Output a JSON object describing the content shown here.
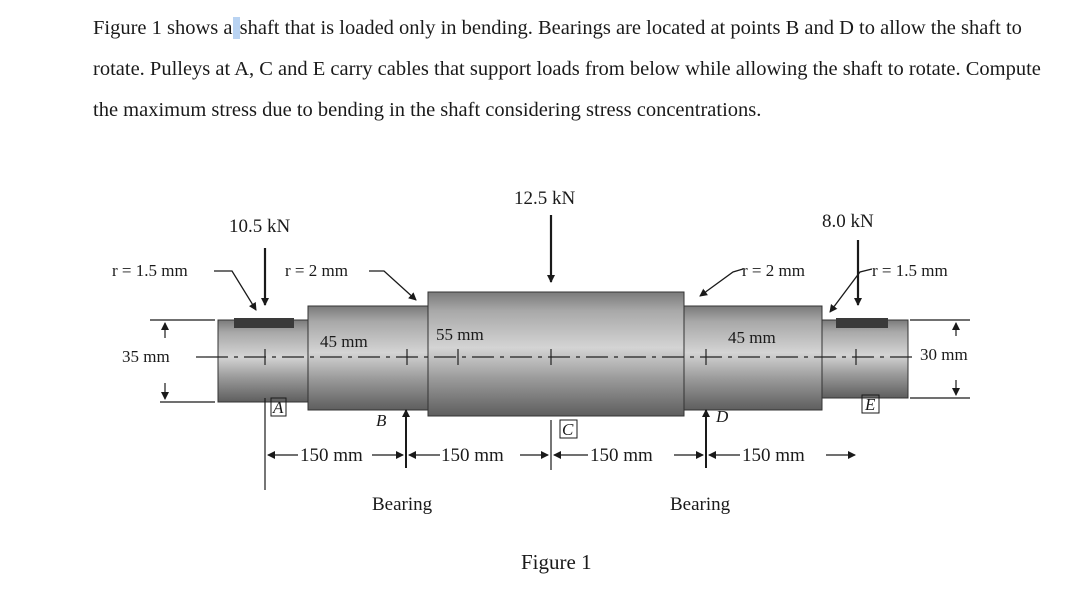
{
  "problem": {
    "before_highlight": "Figure 1 shows a",
    "highlight": " ",
    "after_highlight": "shaft that is loaded only in bending. Bearings are located at points B and D to allow the shaft to rotate. Pulleys at A, C and E carry cables that support loads from below while allowing the shaft to rotate. Compute the maximum stress due to bending in the shaft considering stress concentrations."
  },
  "figure": {
    "loads": {
      "a": "10.5 kN",
      "c": "12.5 kN",
      "e": "8.0 kN"
    },
    "radii": {
      "left_outer": "r = 1.5 mm",
      "left_inner": "r = 2 mm",
      "right_inner": "r = 2 mm",
      "right_outer": "r = 1.5 mm"
    },
    "diameters": {
      "left_end": "35 mm",
      "right_end": "30 mm",
      "left_step": "45 mm",
      "center": "55 mm",
      "right_step": "45 mm"
    },
    "points": {
      "a": "A",
      "b": "B",
      "c": "C",
      "d": "D",
      "e": "E"
    },
    "spans": {
      "ab": "150 mm",
      "bc": "150 mm",
      "cd": "150 mm",
      "de": "150 mm"
    },
    "bearing_labels": {
      "b": "Bearing",
      "d": "Bearing"
    },
    "caption": "Figure 1"
  }
}
